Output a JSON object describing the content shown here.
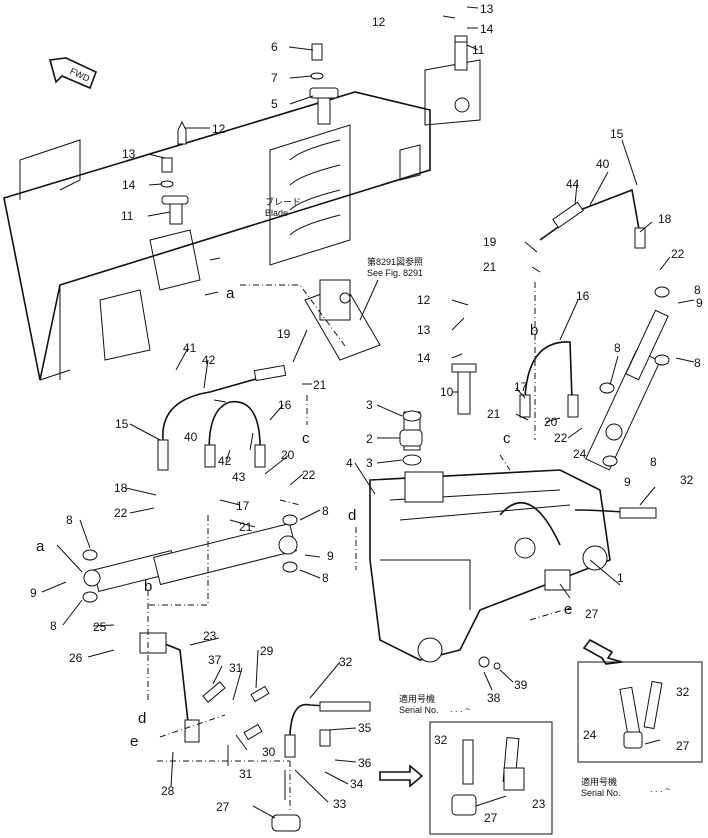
{
  "figure": {
    "fwd_label": "FWD",
    "blade_jp": "ブレード",
    "blade_en": "Blade",
    "ref_jp": "第8291図参照",
    "ref_en": "See Fig. 8291",
    "serial_jp": "適用号機",
    "serial_en": "Serial No.",
    "serial_tail": ". . . ~"
  },
  "callouts": [
    "1",
    "2",
    "3",
    "4",
    "5",
    "6",
    "7",
    "8",
    "9",
    "10",
    "11",
    "12",
    "13",
    "14",
    "15",
    "16",
    "17",
    "18",
    "19",
    "20",
    "21",
    "22",
    "23",
    "24",
    "25",
    "26",
    "27",
    "28",
    "29",
    "30",
    "31",
    "32",
    "33",
    "34",
    "35",
    "36",
    "37",
    "38",
    "39",
    "40",
    "41",
    "42",
    "43",
    "44"
  ],
  "refs": [
    "a",
    "b",
    "c",
    "d",
    "e"
  ]
}
